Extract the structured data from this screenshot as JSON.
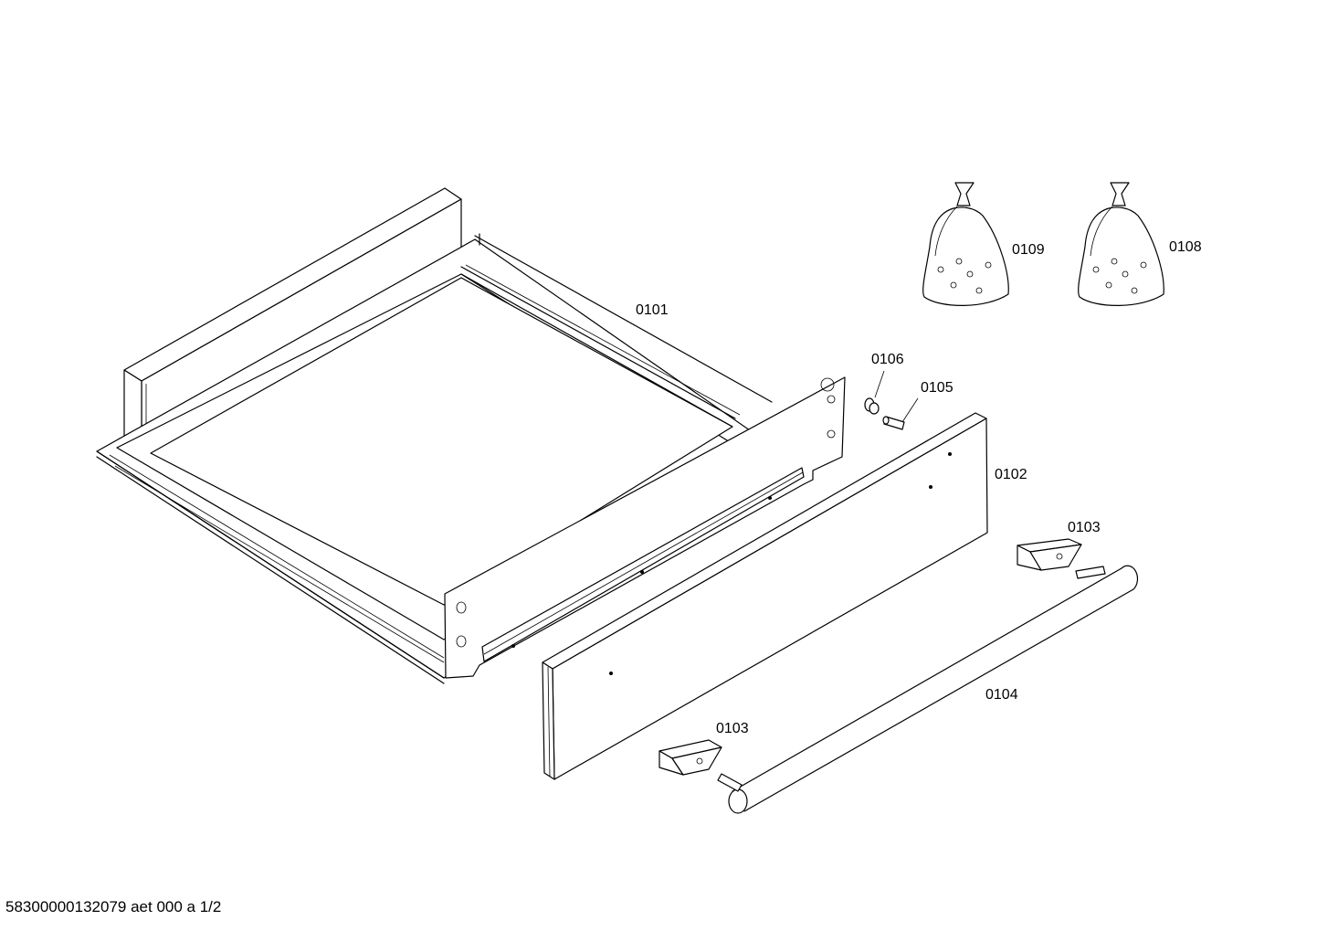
{
  "diagram": {
    "parts": [
      {
        "id": "tray",
        "label": "0101"
      },
      {
        "id": "front-panel",
        "label": "0102"
      },
      {
        "id": "handle-holder-top",
        "label": "0103"
      },
      {
        "id": "handle-holder-bottom",
        "label": "0103"
      },
      {
        "id": "handle-bar",
        "label": "0104"
      },
      {
        "id": "pin",
        "label": "0105"
      },
      {
        "id": "bushing",
        "label": "0106"
      },
      {
        "id": "screw-bag-a",
        "label": "0108"
      },
      {
        "id": "screw-bag-b",
        "label": "0109"
      }
    ],
    "footer_code": "58300000132079 aet 000 a 1/2"
  }
}
